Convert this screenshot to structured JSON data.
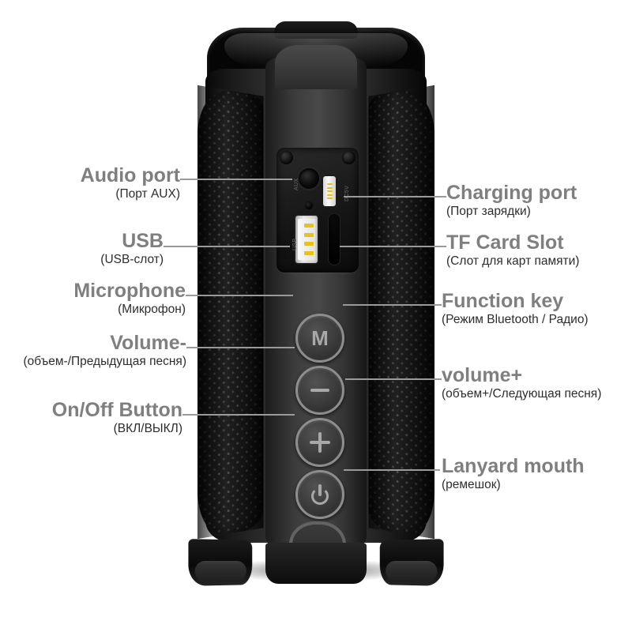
{
  "diagram": {
    "subject": "portable bluetooth speaker",
    "background_color": "#ffffff",
    "label_color": "#7f7f7f",
    "sublabel_color": "#2d2d2d",
    "leader_line_color": "#9a9a9a"
  },
  "callouts": {
    "left": [
      {
        "title": "Audio port",
        "sub": "(Порт AUX)"
      },
      {
        "title": "USB",
        "sub": "(USB-слот)"
      },
      {
        "title": "Microphone",
        "sub": "(Микрофон)"
      },
      {
        "title": "Volume-",
        "sub": "(объем-/Предыдущая песня)"
      },
      {
        "title": "On/Off Button",
        "sub": "(ВКЛ/ВЫКЛ)"
      }
    ],
    "right": [
      {
        "title": "Charging port",
        "sub": "(Порт зарядки)"
      },
      {
        "title": "TF Card Slot",
        "sub": "(Слот для карт памяти)"
      },
      {
        "title": "Function key",
        "sub": "(Режим Bluetooth / Радио)"
      },
      {
        "title": "volume+",
        "sub": "(объем+/Следующая песня)"
      },
      {
        "title": "Lanyard mouth",
        "sub": "(ремешок)"
      }
    ]
  },
  "device": {
    "etchings": {
      "aux": "AUX",
      "dc": "DC5V",
      "usb": "USB"
    },
    "buttons": [
      {
        "name": "function-key",
        "glyph": "M"
      },
      {
        "name": "volume-down",
        "glyph": "−"
      },
      {
        "name": "volume-up",
        "glyph": "+"
      },
      {
        "name": "power",
        "glyph": "⏻"
      }
    ]
  }
}
